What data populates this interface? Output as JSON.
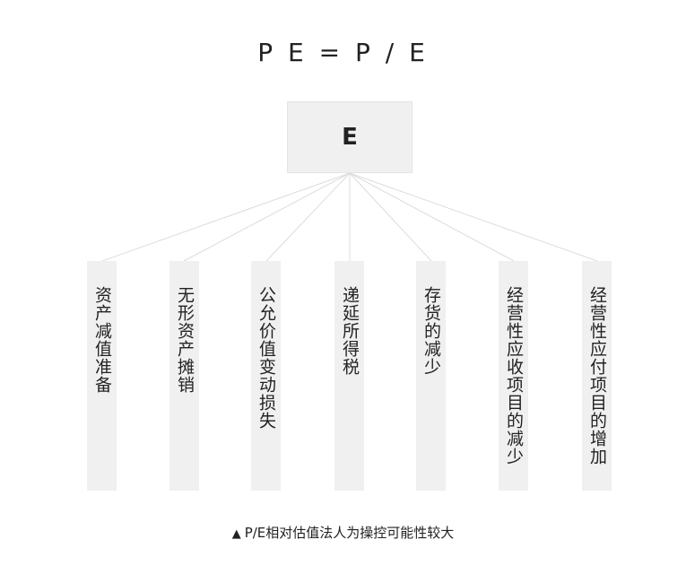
{
  "title": "P E = P / E",
  "root": {
    "label": "E"
  },
  "items": [
    {
      "label": "资产减值准备"
    },
    {
      "label": "无形资产摊销"
    },
    {
      "label": "公允价值变动损失"
    },
    {
      "label": "递延所得税"
    },
    {
      "label": "存货的减少"
    },
    {
      "label": "经营性应收项目的减少"
    },
    {
      "label": "经营性应付项目的增加"
    }
  ],
  "caption": {
    "marker": "▲",
    "text": "P/E相对估值法人为操控可能性较大"
  },
  "colors": {
    "box_fill": "#f0f0f0",
    "line": "#dcdcdc",
    "text": "#222222"
  }
}
